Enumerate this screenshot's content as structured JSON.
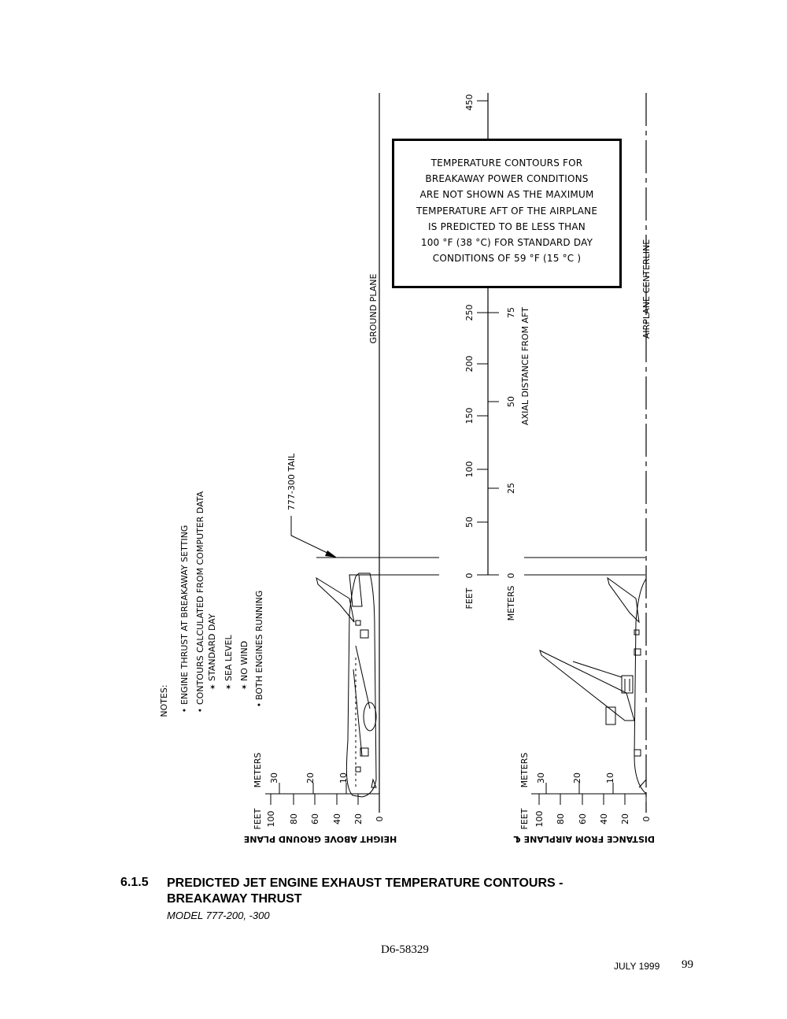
{
  "notes": {
    "title": "NOTES:",
    "items": [
      "ENGINE THRUST AT BREAKAWAY SETTING",
      "CONTOURS CALCULATED FROM COMPUTER DATA",
      "STANDARD DAY",
      "SEA LEVEL",
      "NO WIND",
      "BOTH ENGINES RUNNING"
    ]
  },
  "labels": {
    "tail_callout": "777-300 TAIL",
    "ground_plane": "GROUND PLANE",
    "airplane_centerline": "AIRPLANE CENTERLINE",
    "axial_distance": "AXIAL DISTANCE FROM AFT",
    "height_axis": "HEIGHT ABOVE GROUND PLANE",
    "distance_axis": "DISTANCE FROM AIRPLANE ℄",
    "feet": "FEET",
    "meters": "METERS"
  },
  "axial_scale": {
    "feet_ticks": [
      "0",
      "50",
      "100",
      "150",
      "200",
      "250",
      "450"
    ],
    "meter_ticks": [
      "0",
      "25",
      "50",
      "75"
    ]
  },
  "height_scale": {
    "feet_ticks": [
      "100",
      "80",
      "60",
      "40",
      "20",
      "0"
    ],
    "meter_ticks": [
      "30",
      "20",
      "10"
    ]
  },
  "distance_scale": {
    "feet_ticks": [
      "100",
      "80",
      "60",
      "40",
      "20",
      "0"
    ],
    "meter_ticks": [
      "30",
      "20",
      "10"
    ]
  },
  "note_box": {
    "lines": [
      "TEMPERATURE CONTOURS FOR",
      "BREAKAWAY POWER CONDITIONS",
      "ARE NOT SHOWN AS THE MAXIMUM",
      "TEMPERATURE AFT OF THE AIRPLANE",
      "IS PREDICTED TO BE LESS THAN",
      "100 °F (38 °C) FOR STANDARD DAY",
      "CONDITIONS OF 59 °F (15 °C )"
    ]
  },
  "caption": {
    "number": "6.1.5",
    "line1": "PREDICTED JET ENGINE EXHAUST  TEMPERATURE CONTOURS -",
    "line2": "BREAKAWAY THRUST",
    "model": "MODEL 777-200, -300"
  },
  "footer": {
    "doc_number": "D6-58329",
    "date": "JULY 1999",
    "page": "99"
  }
}
